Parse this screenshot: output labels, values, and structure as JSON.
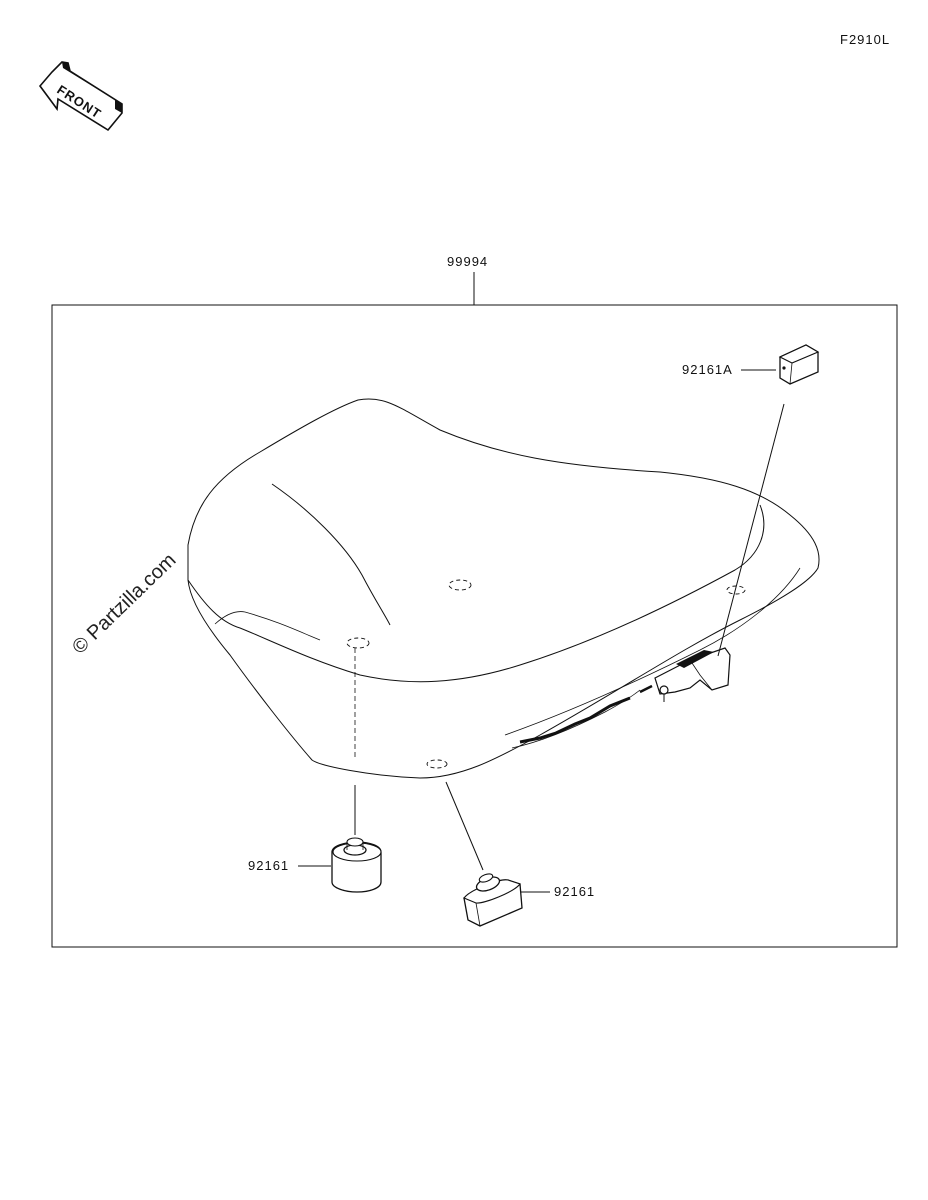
{
  "diagram": {
    "figure_code": "F2910L",
    "front_label": "FRONT",
    "watermark": "© Partzilla.com",
    "parts": {
      "assembly": "99994",
      "grommet_a": "92161A",
      "grommet_left": "92161",
      "grommet_right": "92161"
    }
  }
}
